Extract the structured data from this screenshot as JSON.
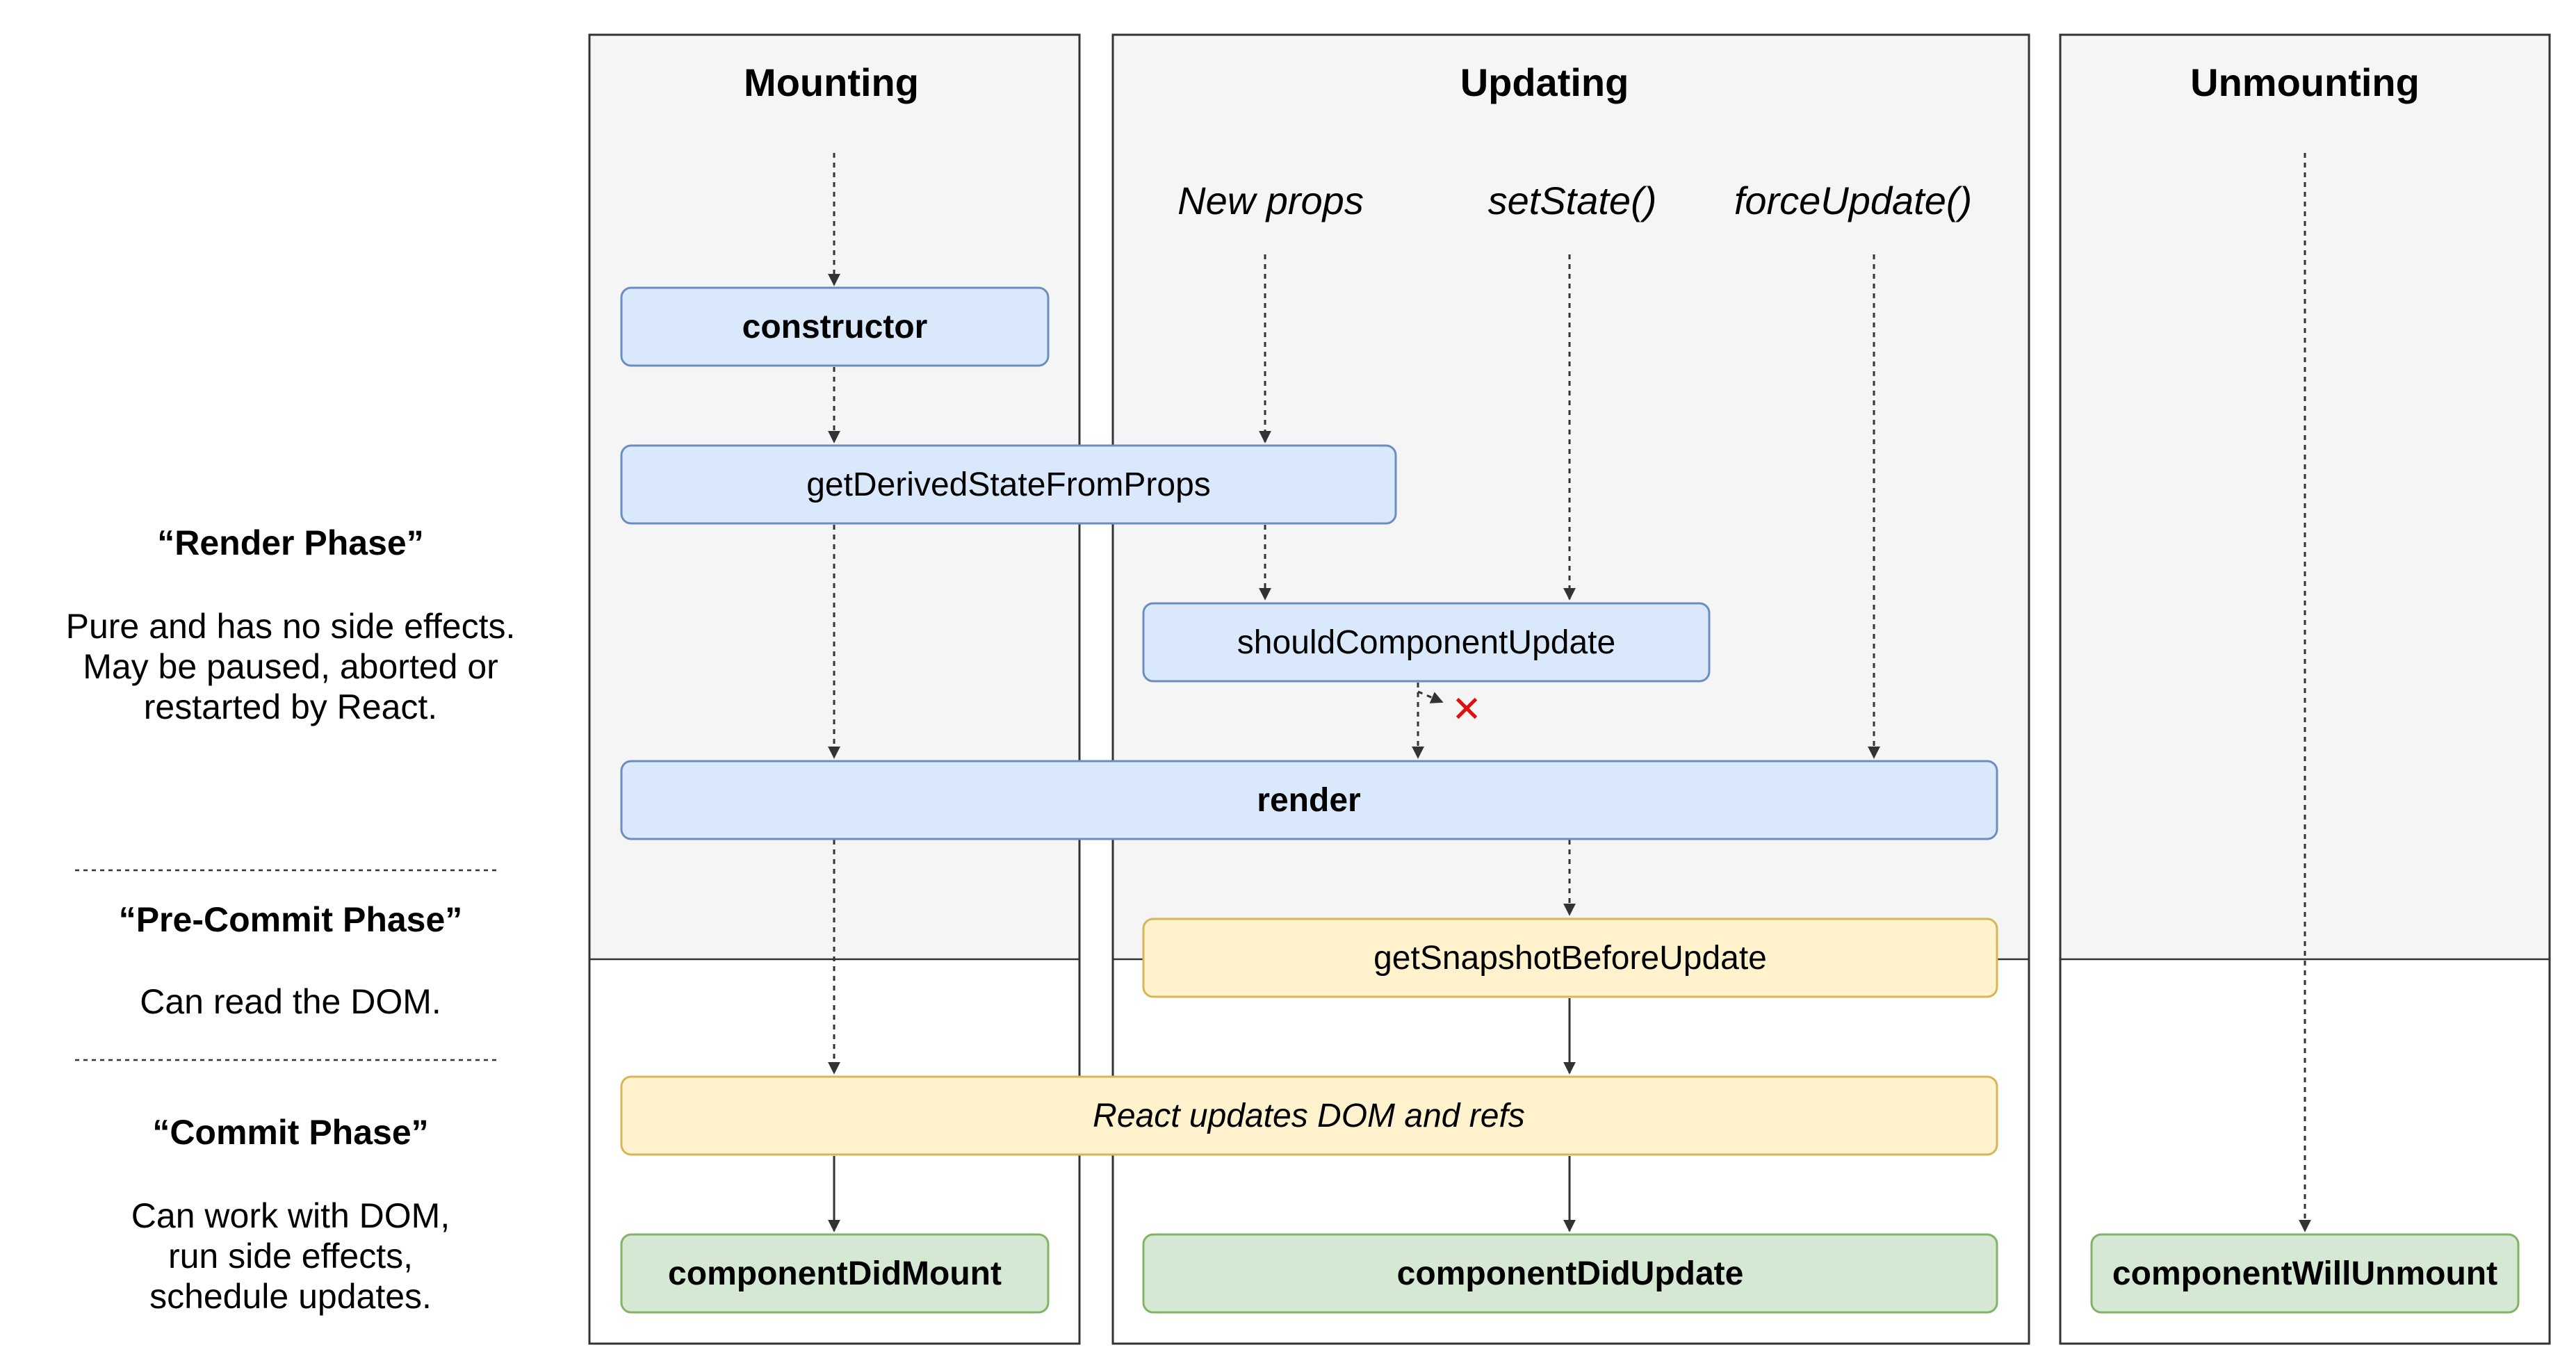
{
  "columns": {
    "mounting": "Mounting",
    "updating": "Updating",
    "unmounting": "Unmounting"
  },
  "triggers": {
    "new_props": "New props",
    "set_state": "setState()",
    "force_update": "forceUpdate()"
  },
  "phases": {
    "render": {
      "title": "“Render Phase”",
      "desc_line1": "Pure and has no side effects.",
      "desc_line2": "May be paused, aborted or",
      "desc_line3": "restarted by React."
    },
    "precommit": {
      "title": "“Pre-Commit Phase”",
      "desc_line1": "Can read the DOM."
    },
    "commit": {
      "title": "“Commit Phase”",
      "desc_line1": "Can work with DOM,",
      "desc_line2": "run side effects,",
      "desc_line3": "schedule updates."
    }
  },
  "nodes": {
    "constructor": "constructor",
    "get_derived_state": "getDerivedStateFromProps",
    "should_component_update": "shouldComponentUpdate",
    "render": "render",
    "get_snapshot": "getSnapshotBeforeUpdate",
    "react_updates": "React updates DOM and refs",
    "component_did_mount": "componentDidMount",
    "component_did_update": "componentDidUpdate",
    "component_will_unmount": "componentWillUnmount"
  },
  "cancel_mark": "✕",
  "colors": {
    "blue_fill": "#dae8fc",
    "blue_stroke": "#6c8ebf",
    "yellow_fill": "#fff2cc",
    "yellow_stroke": "#d6b656",
    "green_fill": "#d5e8d4",
    "green_stroke": "#82b366",
    "column_fill": "#f5f5f5",
    "cancel_red": "#e01010"
  }
}
